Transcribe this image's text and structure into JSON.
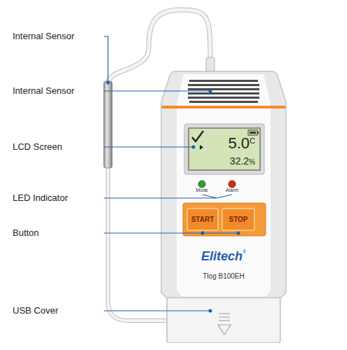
{
  "diagram": {
    "nodes": [
      {
        "text": [
          "Elitech",
          "®",
          "Tlog B100EH"
        ]
      },
      {
        "text": [
          "5.0",
          "C",
          "32.2",
          "%"
        ],
        "in": 0
      },
      {
        "text": [
          "START"
        ],
        "in": 0
      },
      {
        "text": [
          "STOP"
        ],
        "in": 0
      }
    ],
    "labels": [
      "Internal Sensor",
      "Internal Sensor",
      "LCD Screen",
      "LED Indicator",
      "Button",
      "USB Cover",
      "Mode",
      "Alarm"
    ]
  }
}
